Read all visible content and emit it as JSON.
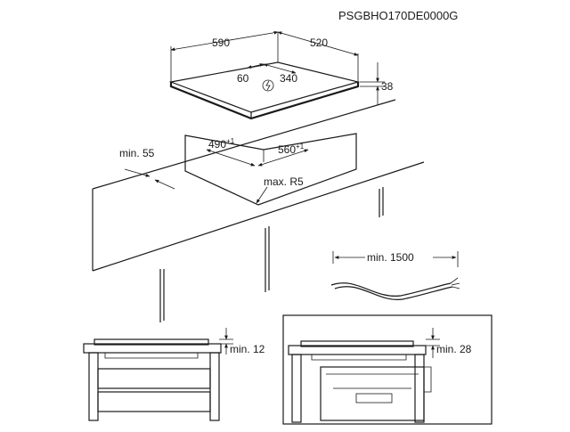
{
  "doc_code": "PSGBHO170DE0000G",
  "hob": {
    "width": "590",
    "depth": "520",
    "offset": "60",
    "cable_offset": "340",
    "height": "38",
    "icon": "power-icon"
  },
  "cutout": {
    "margin": "min. 55",
    "width": "490",
    "width_tol": "+1",
    "depth": "560",
    "depth_tol": "+1",
    "radius": "max. R5"
  },
  "cable": {
    "length": "min. 1500"
  },
  "section_left": {
    "clearance": "min. 12"
  },
  "section_right": {
    "clearance": "min. 28"
  }
}
